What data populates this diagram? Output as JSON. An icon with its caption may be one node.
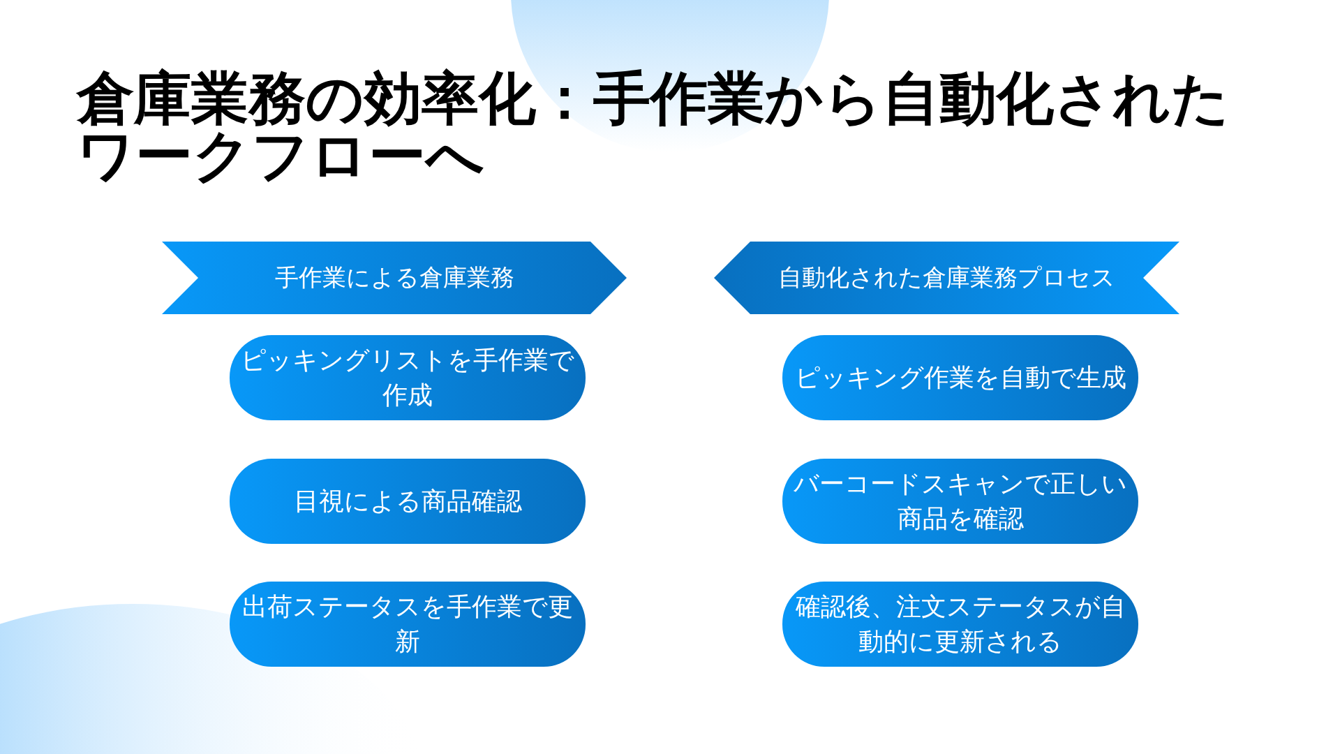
{
  "diagram": {
    "title": "倉庫業務の効率化：手作業から自動化されたワークフローへ",
    "nodes": [
      {
        "text": [
          "手作業による倉庫業務"
        ]
      },
      {
        "text": [
          "ピッキングリストを手作業で作成"
        ]
      },
      {
        "text": [
          "目視による商品確認"
        ]
      },
      {
        "text": [
          "出荷ステータスを手作業で更新"
        ]
      },
      {
        "text": [
          "自動化された倉庫業務プロセス"
        ]
      },
      {
        "text": [
          "ピッキング作業を自動で生成"
        ]
      },
      {
        "text": [
          "バーコードスキャンで正しい商品を確認"
        ]
      },
      {
        "text": [
          "確認後、注文ステータスが自動的に更新される"
        ]
      }
    ]
  }
}
